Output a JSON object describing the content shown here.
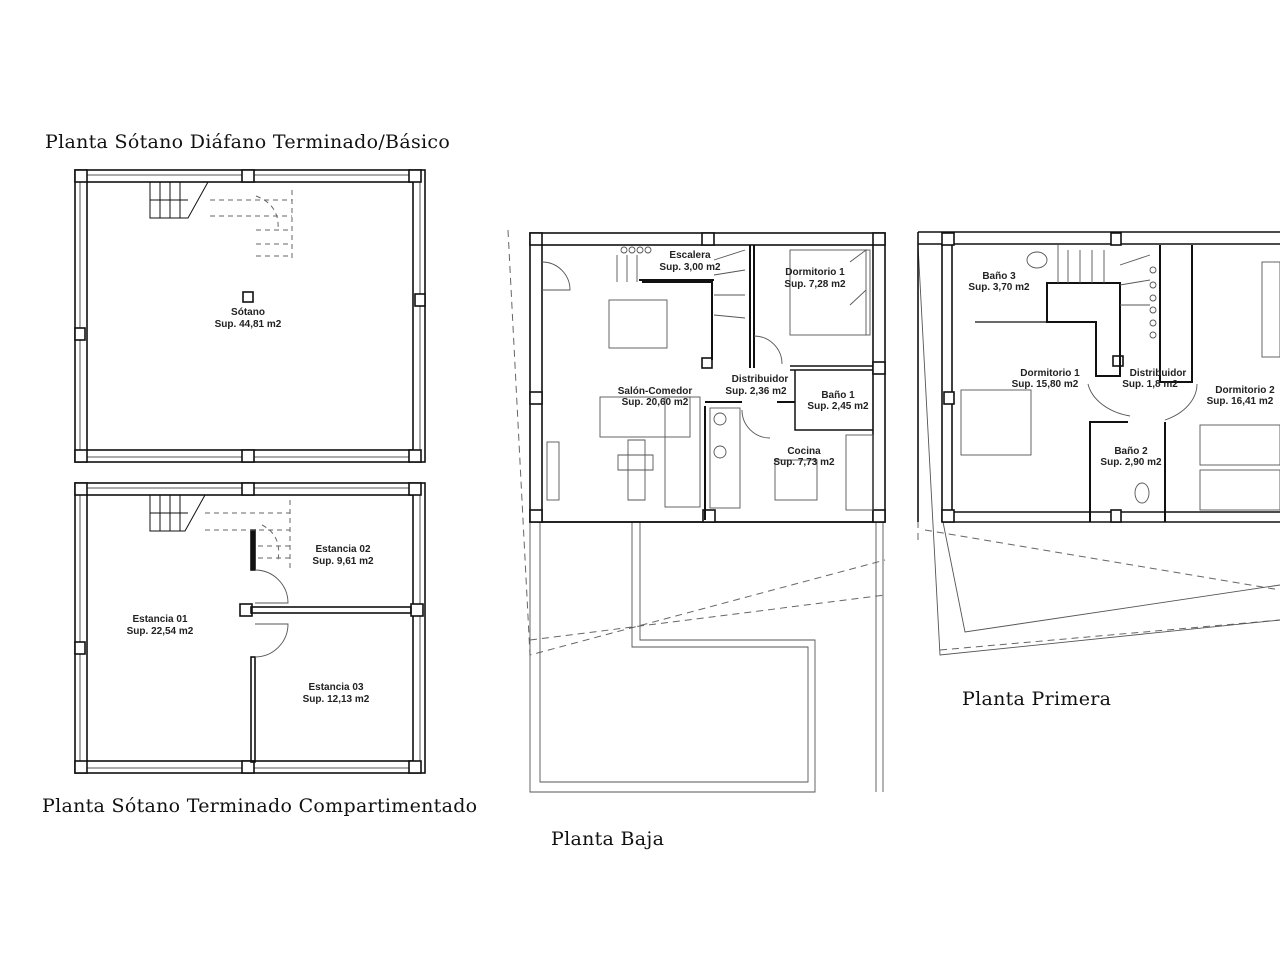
{
  "plans": {
    "sotano_diafano": {
      "title": "Planta Sótano Diáfano Terminado/Básico",
      "rooms": [
        {
          "name": "Sótano",
          "area": "Sup. 44,81 m2"
        }
      ]
    },
    "sotano_compartimentado": {
      "title": "Planta Sótano Terminado Compartimentado",
      "rooms": [
        {
          "name": "Estancia 02",
          "area": "Sup. 9,61 m2"
        },
        {
          "name": "Estancia 01",
          "area": "Sup. 22,54 m2"
        },
        {
          "name": "Estancia 03",
          "area": "Sup. 12,13 m2"
        }
      ]
    },
    "planta_baja": {
      "title": "Planta Baja",
      "rooms": [
        {
          "name": "Escalera",
          "area": "Sup. 3,00 m2"
        },
        {
          "name": "Dormitorio 1",
          "area": "Sup. 7,28 m2"
        },
        {
          "name": "Distribuidor",
          "area": "Sup. 2,36 m2"
        },
        {
          "name": "Salón-Comedor",
          "area": "Sup. 20,60 m2"
        },
        {
          "name": "Baño 1",
          "area": "Sup. 2,45 m2"
        },
        {
          "name": "Cocina",
          "area": "Sup. 7,73 m2"
        }
      ]
    },
    "planta_primera": {
      "title": "Planta Primera",
      "rooms": [
        {
          "name": "Baño 3",
          "area": "Sup. 3,70 m2"
        },
        {
          "name": "Dormitorio 1",
          "area": "Sup. 15,80 m2"
        },
        {
          "name": "Distribuidor",
          "area": "Sup. 1,8 m2"
        },
        {
          "name": "Dormitorio 2",
          "area": "Sup. 16,41 m2"
        },
        {
          "name": "Baño 2",
          "area": "Sup. 2,90 m2"
        }
      ]
    }
  }
}
